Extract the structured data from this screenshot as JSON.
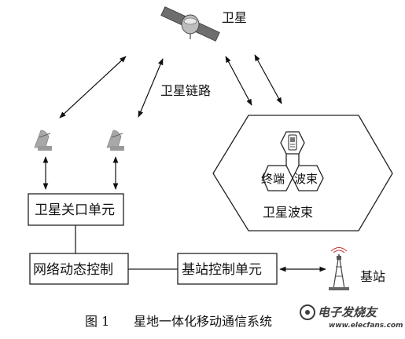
{
  "satellite": {
    "label": "卫星"
  },
  "satellite_link": {
    "label": "卫星链路"
  },
  "beam_region": {
    "label": "卫星波束",
    "cells": [
      "终端",
      "波束"
    ]
  },
  "gateway_unit": {
    "label": "卫星关口单元"
  },
  "network_control": {
    "label": "网络动态控制"
  },
  "bs_control_unit": {
    "label": "基站控制单元"
  },
  "base_station": {
    "label": "基站"
  },
  "caption": {
    "prefix": "图 1",
    "text": "星地一体化移动通信系统"
  },
  "watermark": {
    "text": "电子发烧友",
    "domain": "www.elecfans.com"
  },
  "icons": [
    "satellite-icon",
    "ground-dish-icon",
    "ground-dish-icon",
    "terminal-phone-icon",
    "base-station-tower-icon"
  ]
}
